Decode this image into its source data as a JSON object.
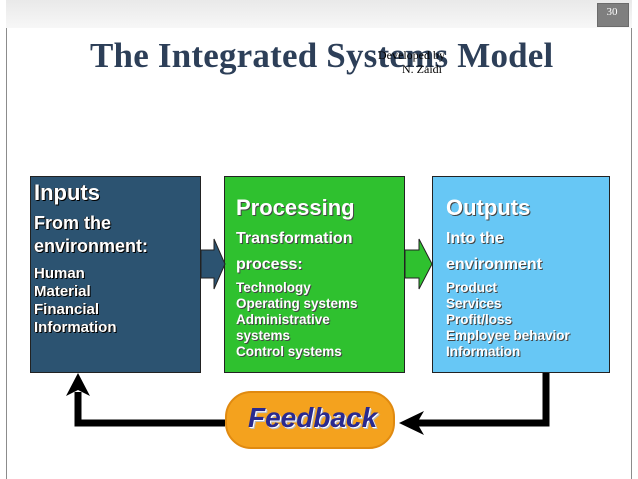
{
  "slide_number": "30",
  "title": "The Integrated Systems Model",
  "credit": {
    "line1": "Developed by",
    "line2": "N. Zaidi"
  },
  "inputs": {
    "heading": "Inputs",
    "sub1": "From the",
    "sub2": "environment:",
    "items": [
      "Human",
      "Material",
      "Financial",
      "Information"
    ]
  },
  "processing": {
    "heading": "Processing",
    "sub1": "Transformation",
    "sub2": "process:",
    "items": [
      "Technology",
      "Operating systems",
      "Administrative",
      "systems",
      "Control systems"
    ]
  },
  "outputs": {
    "heading": "Outputs",
    "sub1": "Into the",
    "sub2": "environment",
    "items": [
      "Product",
      "Services",
      "Profit/loss",
      "Employee behavior",
      "Information"
    ]
  },
  "feedback": {
    "label": "Feedback"
  },
  "colors": {
    "inputs": "#2c5371",
    "processing": "#2fc12f",
    "outputs": "#67c7f5",
    "feedback": "#f4a21e",
    "title": "#2d3f58",
    "arrow": "#000000"
  }
}
